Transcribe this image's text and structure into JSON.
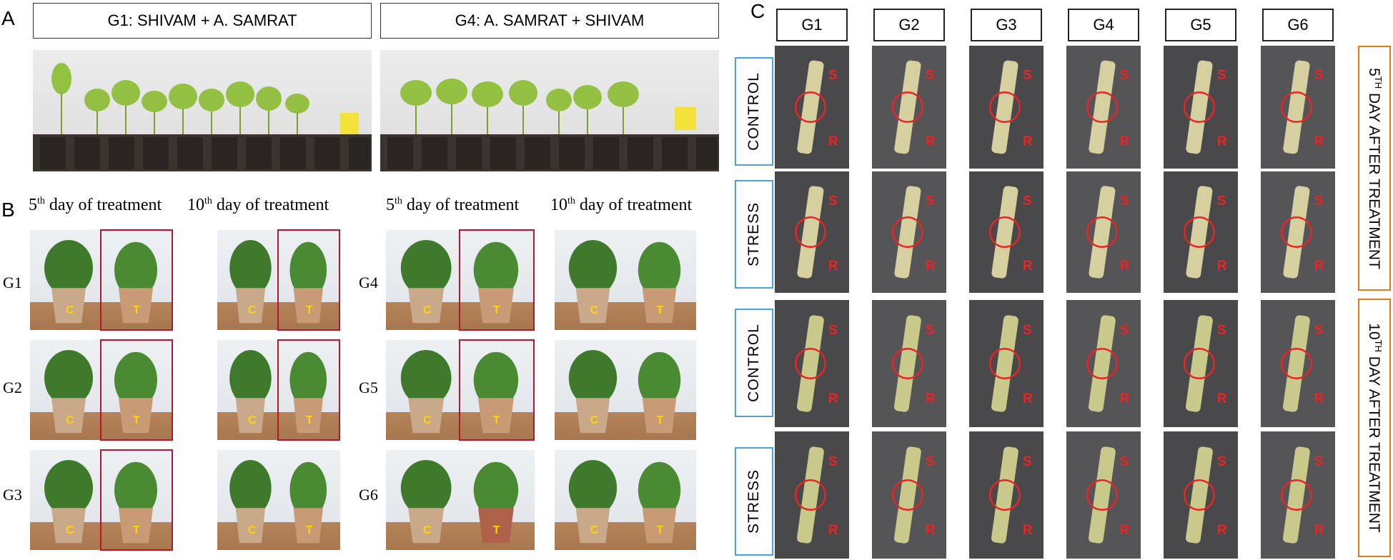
{
  "panel_a": {
    "letter": "A",
    "titles": [
      "G1: SHIVAM + A. SAMRAT",
      "G4: A. SAMRAT  + SHIVAM"
    ]
  },
  "panel_b": {
    "letter": "B",
    "day_headers": [
      {
        "num": "5",
        "sup": "th",
        "rest": " day of treatment"
      },
      {
        "num": "10",
        "sup": "th",
        "rest": " day of treatment"
      },
      {
        "num": "5",
        "sup": "th",
        "rest": " day of treatment"
      },
      {
        "num": "10",
        "sup": "th",
        "rest": " day of treatment"
      }
    ],
    "rows_left": [
      "G1",
      "G2",
      "G3"
    ],
    "rows_right": [
      "G4",
      "G5",
      "G6"
    ],
    "pot_labels": {
      "control": "C",
      "treated": "T"
    }
  },
  "panel_c": {
    "letter": "C",
    "columns": [
      "G1",
      "G2",
      "G3",
      "G4",
      "G5",
      "G6"
    ],
    "rows": [
      "CONTROL",
      "STRESS",
      "CONTROL",
      "STRESS"
    ],
    "day_labels": [
      {
        "num": "5",
        "sup": "TH",
        "rest": " DAY AFTER TREATMENT"
      },
      {
        "num": "10",
        "sup": "TH",
        "rest": " DAY AFTER TREATMENT"
      }
    ],
    "scion": "S",
    "rootstock": "R"
  },
  "colors": {
    "red_box": "#b3172b",
    "pot_label": "#ffd400",
    "graft_label": "#e32626",
    "blue_box": "#4aa3d6",
    "orange_box": "#e07a1f"
  }
}
